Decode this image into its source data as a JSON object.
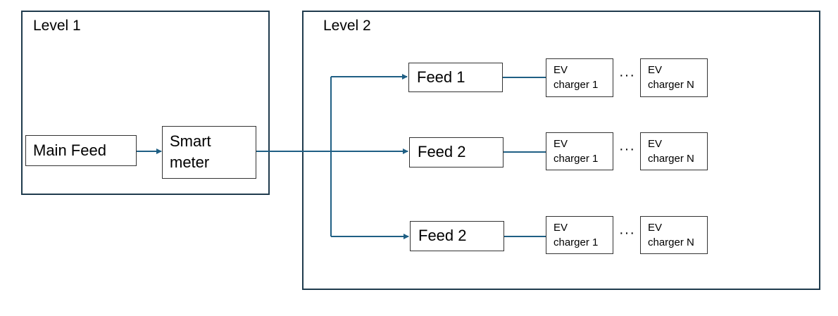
{
  "level1": {
    "title": "Level 1"
  },
  "level2": {
    "title": "Level 2"
  },
  "main_feed": {
    "label": "Main Feed"
  },
  "smart_meter": {
    "label": "Smart\nmeter"
  },
  "feeds": [
    {
      "label": "Feed 1",
      "charger_first": "EV\ncharger 1",
      "ellipsis": "···",
      "charger_last": "EV\ncharger N"
    },
    {
      "label": "Feed 2",
      "charger_first": "EV\ncharger 1",
      "ellipsis": "···",
      "charger_last": "EV\ncharger N"
    },
    {
      "label": "Feed 2",
      "charger_first": "EV\ncharger 1",
      "ellipsis": "···",
      "charger_last": "EV\ncharger N"
    }
  ],
  "colors": {
    "connector": "#1f5f84",
    "border": "#1f3b4d"
  }
}
